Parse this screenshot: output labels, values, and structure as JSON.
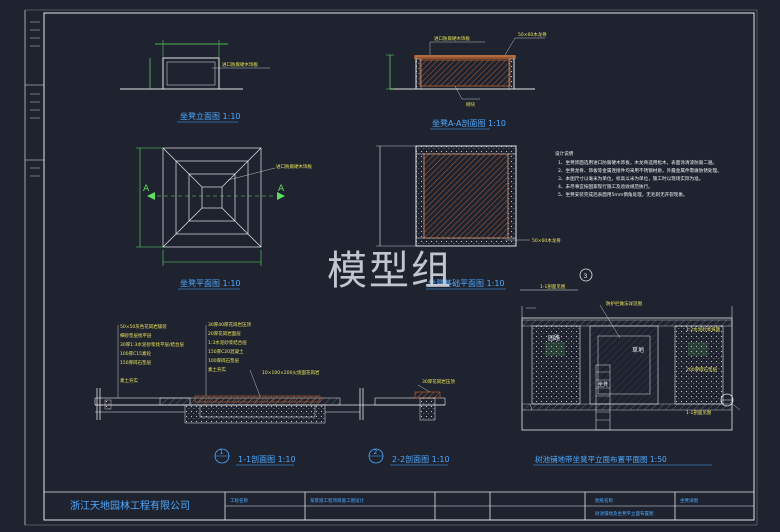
{
  "watermark": "模型组",
  "views": {
    "elevation": {
      "title": "坐凳立面图",
      "scale": "1:10",
      "label": "进口防腐硬木饰板"
    },
    "section_aa": {
      "title": "坐凳A-A剖面图",
      "scale": "1:10",
      "label_top": "进口防腐硬木饰板",
      "label_right": "50×60木龙骨",
      "label_bottom": "砌块"
    },
    "plan": {
      "title": "坐凳平面图",
      "scale": "1:10",
      "marker": "A",
      "label": "进口防腐硬木饰板"
    },
    "base_plan": {
      "title": "坐凳基础平面图",
      "scale": "1:10",
      "label": "50×60木龙骨"
    },
    "section_11": {
      "title": "1-1剖面图",
      "scale": "1:10",
      "circle": "1",
      "left_labels": [
        "50×50灰色花岗岩铺装",
        "细砂垫层找平层",
        "30厚1:3水泥砂浆找平层/结合层",
        "100厚C15素砼",
        "150厚碎石垫层",
        "素土夯实"
      ],
      "right_labels": [
        "30厚40厚花岗岩压顶",
        "20厚花岗岩面层",
        "1:3水泥砂浆结合层",
        "150厚C20混凝土",
        "100厚碎石垫层",
        "素土夯实"
      ],
      "mid_label": "10×100×200火烧面花岗岩"
    },
    "section_22": {
      "title": "2-2剖面图",
      "scale": "1:10",
      "circle": "2",
      "label": "30厚花岗岩压顶"
    },
    "tree_pool": {
      "title": "树池铺地带坐凳平立面布置平面图",
      "scale": "1:50",
      "circle": "3",
      "top_label": "1-1剖面见图",
      "labels": [
        "防护栏做法详见图",
        "1:2水泥砂浆抹面",
        "200厚碎石垫层",
        "1-1剖面见图"
      ],
      "left_text": "园路",
      "right_text": "草地",
      "center_text": "坐凳"
    }
  },
  "notes": {
    "title": "设计说明",
    "items": [
      "1、坐凳饰面选用进口防腐硬木饰板，木龙骨选用松木，表面涂清漆防腐二遍。",
      "2、坐凳龙骨、饰板等金属连接件均采用不锈钢材质，外露金属件需做防锈处理。",
      "3、本图尺寸以毫米为单位，标高以米为单位，施工时以现场实际为准。",
      "4、未尽事宜按国家现行施工及验收规范执行。",
      "5、坐凳安装完成后表面用5mm倒角处理，无毛刺无开裂现象。"
    ]
  },
  "title_block": {
    "company": "浙江天地园林工程有限公司",
    "cells": [
      "工程名称",
      "某景观工程项目施工图设计",
      "图纸名称",
      "坐凳详图",
      "树池铺地及坐凳平立面布置图"
    ]
  },
  "colors": {
    "background": "#1f2330",
    "frame": "#e6e6e6",
    "outline": "#5ee05e",
    "hatch": "#c0652b",
    "annotation": "#e8e35a",
    "caption": "#4ea9ff",
    "watermark": "#d8dce4"
  }
}
